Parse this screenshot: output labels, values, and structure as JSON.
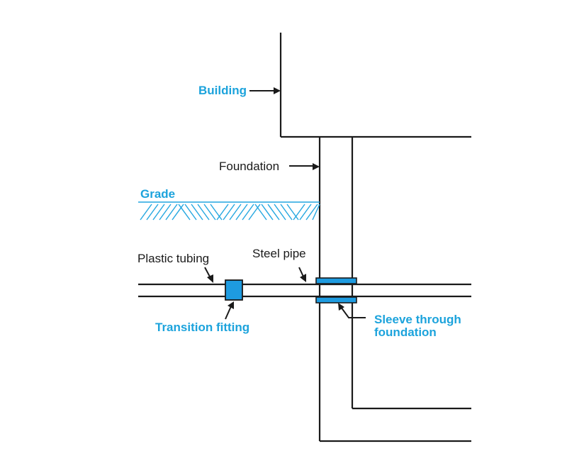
{
  "labels": {
    "building": "Building",
    "foundation": "Foundation",
    "grade": "Grade",
    "plastic_tubing": "Plastic tubing",
    "steel_pipe": "Steel pipe",
    "transition_fitting": "Transition fitting",
    "sleeve_line1": "Sleeve through",
    "sleeve_line2": "foundation"
  },
  "colors": {
    "accent_blue": "#1ca3dc",
    "fitting_blue": "#1e9be0",
    "line": "#1a1a1a"
  }
}
